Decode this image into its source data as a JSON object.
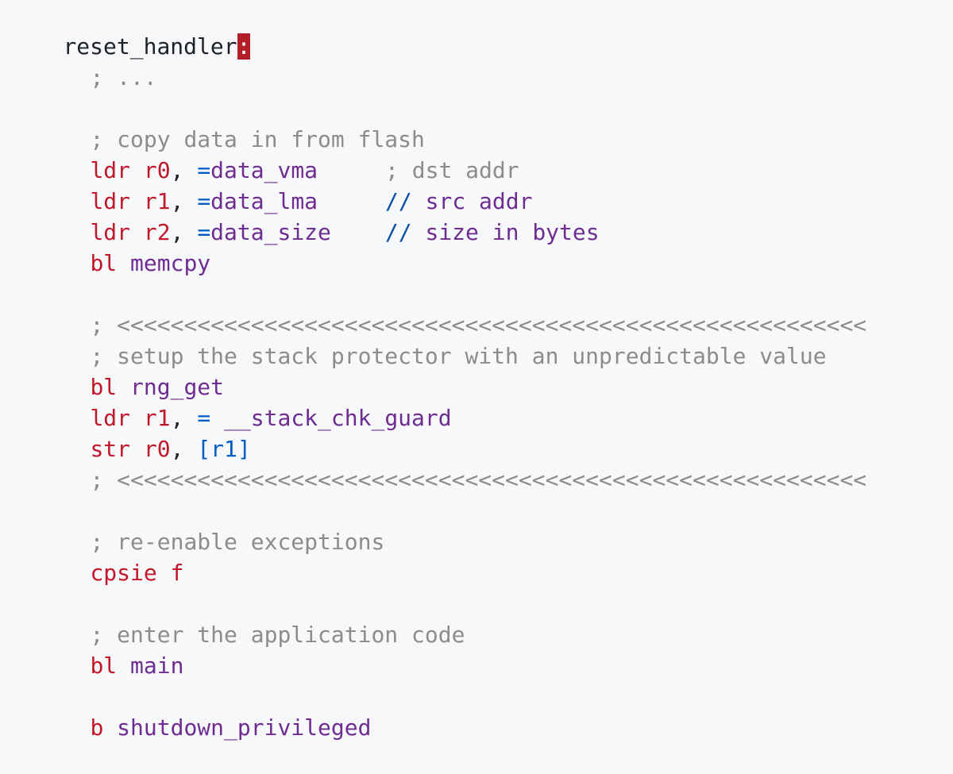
{
  "code": {
    "label": "reset_handler",
    "label_colon": ":",
    "line_02_comment": "; ...",
    "line_04_comment": "; copy data in from flash",
    "line_05": {
      "kw": "ldr",
      "reg": "r0",
      "sep": ",",
      "op": "=",
      "ident": "data_vma",
      "comment": "; dst addr"
    },
    "line_06": {
      "kw": "ldr",
      "reg": "r1",
      "sep": ",",
      "op": "=",
      "ident": "data_lma",
      "slash": "//",
      "comment": "src addr"
    },
    "line_07": {
      "kw": "ldr",
      "reg": "r2",
      "sep": ",",
      "op": "=",
      "ident": "data_size",
      "slash": "//",
      "comment": "size in bytes"
    },
    "line_08": {
      "kw": "bl",
      "ident": "memcpy"
    },
    "line_10_comment": "; <<<<<<<<<<<<<<<<<<<<<<<<<<<<<<<<<<<<<<<<<<<<<<<<<<<<<<<<",
    "line_11_comment": "; setup the stack protector with an unpredictable value",
    "line_12": {
      "kw": "bl",
      "ident": "rng_get"
    },
    "line_13": {
      "kw": "ldr",
      "reg": "r1",
      "sep": ",",
      "op": "=",
      "ident": "__stack_chk_guard"
    },
    "line_14": {
      "kw": "str",
      "reg": "r0",
      "sep": ",",
      "lbr": "[",
      "reg2": "r1",
      "rbr": "]"
    },
    "line_15_comment": "; <<<<<<<<<<<<<<<<<<<<<<<<<<<<<<<<<<<<<<<<<<<<<<<<<<<<<<<<",
    "line_17_comment": "; re-enable exceptions",
    "line_18": {
      "kw": "cpsie",
      "reg": "f"
    },
    "line_20_comment": "; enter the application code",
    "line_21": {
      "kw": "bl",
      "ident": "main"
    },
    "line_23": {
      "kw": "b",
      "ident": "shutdown_privileged"
    }
  },
  "colors": {
    "background": "#f6f8fa",
    "text": "#1f2328",
    "keyword": "#c2182a",
    "identifier": "#6f2c91",
    "operator": "#005cc5",
    "slash_comment": "#0b4fa8",
    "comment": "#8c8c8c",
    "error_highlight": "#b31d28"
  }
}
